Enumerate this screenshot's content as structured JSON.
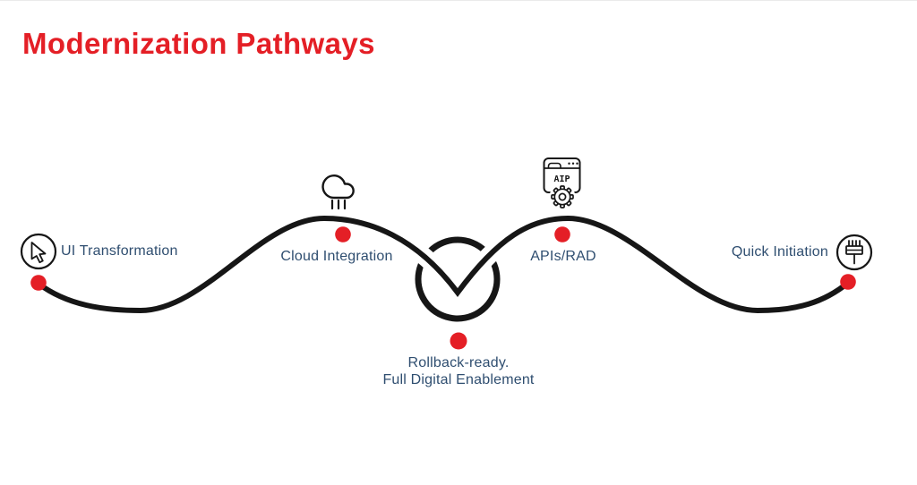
{
  "page": {
    "title": "Modernization Pathways",
    "background": "#ffffff"
  },
  "colors": {
    "accent_red": "#E41F26",
    "label_navy": "#2F4E70",
    "stroke_black": "#161616"
  },
  "pathway": {
    "nodes": [
      {
        "id": "ui-transformation",
        "label": "UI Transformation",
        "icon": "cursor-icon"
      },
      {
        "id": "cloud-integration",
        "label": "Cloud Integration",
        "icon": "cloud-icon"
      },
      {
        "id": "rollback-full-digital",
        "label_line1": "Rollback-ready.",
        "label_line2": "Full Digital Enablement",
        "icon": "loop-circle-icon"
      },
      {
        "id": "apis-rad",
        "label": "APIs/RAD",
        "icon": "browser-gear-icon",
        "browser_text": "AIP"
      },
      {
        "id": "quick-initiation",
        "label": "Quick Initiation",
        "icon": "flag-icon"
      }
    ]
  }
}
